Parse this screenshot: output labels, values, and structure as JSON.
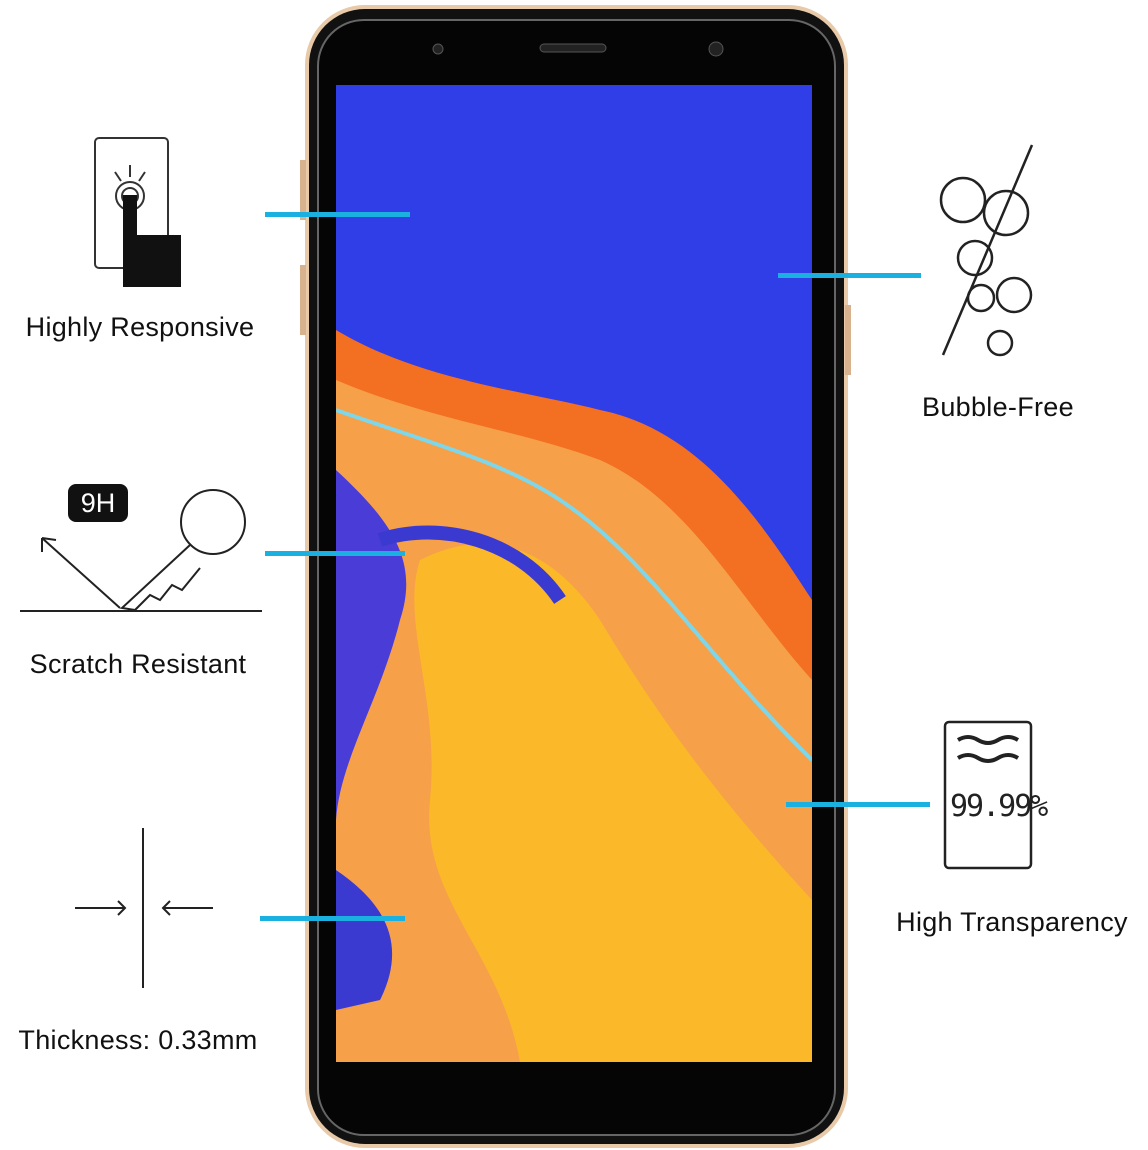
{
  "features": [
    {
      "label": "Highly Responsive",
      "icon": "touch-icon"
    },
    {
      "label": "Bubble-Free",
      "icon": "bubbles-icon"
    },
    {
      "label": "Scratch Resistant",
      "icon": "key-scratch-icon",
      "badge": "9H"
    },
    {
      "label": "High Transparency",
      "icon": "transparency-icon",
      "value": "99.99%"
    },
    {
      "label": "Thickness: 0.33mm",
      "icon": "thickness-icon"
    }
  ],
  "colors": {
    "accent": "#1ab0e0",
    "screen_blue": "#2f3ee6",
    "orange": "#f7941d",
    "yellow": "#fbb829"
  }
}
